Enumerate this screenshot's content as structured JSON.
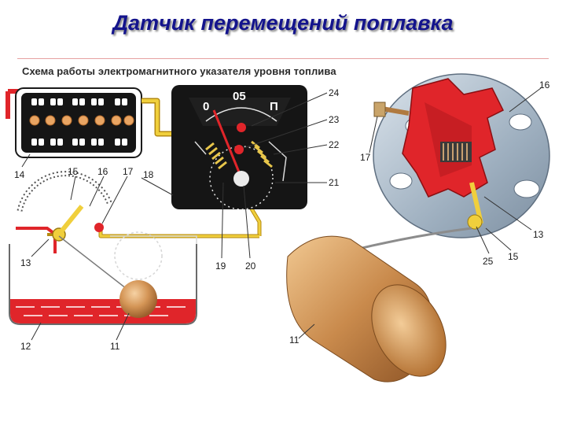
{
  "slide": {
    "title": "Датчик перемещений поплавка",
    "caption": "Схема работы электромагнитного указателя уровня топлива"
  },
  "gauge": {
    "scale_left": "0",
    "scale_mid": "05",
    "scale_right": "П"
  },
  "callouts": [
    {
      "id": "14",
      "text": "14"
    },
    {
      "id": "15a",
      "text": "15"
    },
    {
      "id": "16a",
      "text": "16"
    },
    {
      "id": "17a",
      "text": "17"
    },
    {
      "id": "18",
      "text": "18"
    },
    {
      "id": "13a",
      "text": "13"
    },
    {
      "id": "12",
      "text": "12"
    },
    {
      "id": "11a",
      "text": "11"
    },
    {
      "id": "24",
      "text": "24"
    },
    {
      "id": "23",
      "text": "23"
    },
    {
      "id": "22",
      "text": "22"
    },
    {
      "id": "21",
      "text": "21"
    },
    {
      "id": "19",
      "text": "19"
    },
    {
      "id": "20",
      "text": "20"
    },
    {
      "id": "16b",
      "text": "16"
    },
    {
      "id": "17b",
      "text": "17"
    },
    {
      "id": "13b",
      "text": "13"
    },
    {
      "id": "25",
      "text": "25"
    },
    {
      "id": "15b",
      "text": "15"
    },
    {
      "id": "11b",
      "text": "11"
    }
  ],
  "colors": {
    "title": "#14148c",
    "wire": "#e8c330",
    "fuel": "#e0252a",
    "panel": "#151515",
    "housing": "#a9b7c4",
    "float": "#c98a4c"
  }
}
